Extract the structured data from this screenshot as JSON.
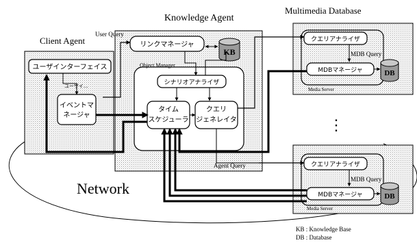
{
  "titles": {
    "client_agent": "Client Agent",
    "knowledge_agent": "Knowledge Agent",
    "multimedia_database": "Multimedia Database",
    "network": "Network"
  },
  "client": {
    "user_interface": "ユーザインターフェイス",
    "user_interface_arrow_label": "ユーザイ...",
    "event_manager_line1": "イベントマ",
    "event_manager_line2": "ネージャ"
  },
  "knowledge": {
    "user_query": "User Query",
    "link_manager": "リンクマネージャ",
    "kb": "KB",
    "object_manager": "Object Manager",
    "scenario_analyzer": "シナリオアナライザ",
    "time_scheduler_line1": "タイム",
    "time_scheduler_line2": "スケジューラ",
    "query_generator_line1": "クエリ",
    "query_generator_line2": "ジェネレイタ",
    "agent_query": "Agent Query"
  },
  "mmdb": {
    "query_analyzer": "クエリアナライザ",
    "mdb_query": "MDB Query",
    "mdb_manager": "MDBマネージャ",
    "db": "DB",
    "media_server": "Media Server",
    "ellipsis": "⋮"
  },
  "legend": {
    "kb": "KB : Knowledge Base",
    "db": "DB : Database"
  }
}
